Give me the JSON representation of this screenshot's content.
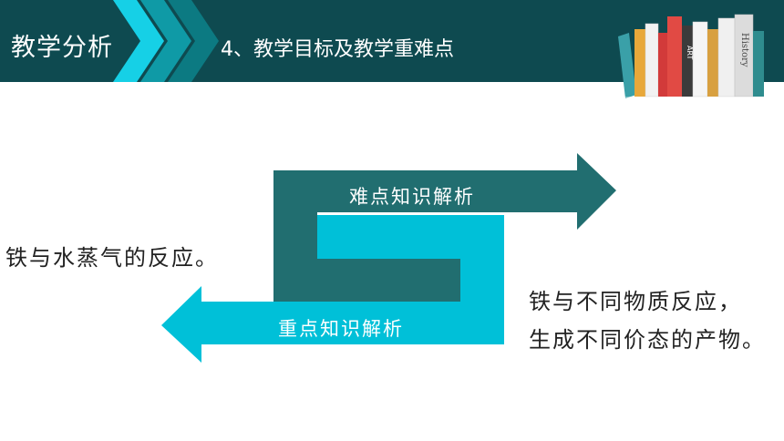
{
  "header": {
    "title": "教学分析",
    "subtitle": "4、教学目标及教学重难点",
    "books": {
      "spine_labels": [
        "ART",
        "History"
      ]
    }
  },
  "diagram": {
    "difficult_label": "难点知识解析",
    "key_label": "重点知识解析"
  },
  "left_text": "铁与水蒸气的反应。",
  "right_text": {
    "line1": "铁与不同物质反应，",
    "line2": "生成不同价态的产物。"
  },
  "colors": {
    "header_bg": "#0e4a50",
    "dark_teal": "#216e70",
    "cyan": "#00c0d8",
    "chevron_bright": "#16d0e6",
    "chevron_mid": "#0f9aa6"
  }
}
